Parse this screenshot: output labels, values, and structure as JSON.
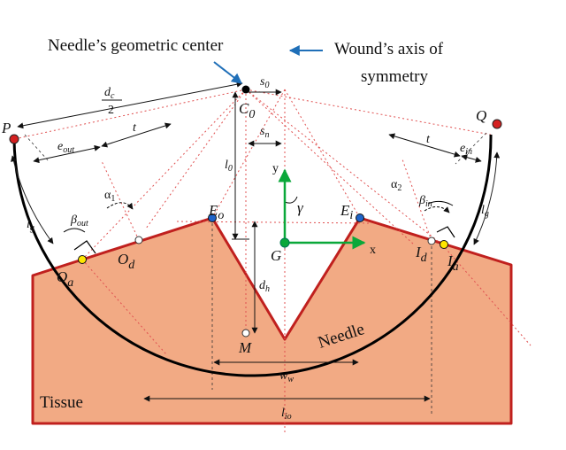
{
  "callouts": {
    "needle_center": "Needle’s geometric center",
    "wound_axis_line1": "Wound’s axis of",
    "wound_axis_line2": "symmetry"
  },
  "regions": {
    "tissue": "Tissue",
    "needle": "Needle"
  },
  "points": {
    "P": "P",
    "Q": "Q",
    "C": "C",
    "C_sub": "0",
    "E_o": "E",
    "E_o_sub": "o",
    "E_i": "E",
    "E_i_sub": "i",
    "G": "G",
    "M": "M",
    "O_a": "O",
    "O_a_sub": "a",
    "O_d": "O",
    "O_d_sub": "d",
    "I_d": "I",
    "I_d_sub": "d",
    "I_a": "I",
    "I_a_sub": "a"
  },
  "dims": {
    "dc": "d",
    "dc_sub": "c",
    "dc_den": "2",
    "s0": "s",
    "s0_sub": "0",
    "sn": "s",
    "sn_sub": "n",
    "t_left": "t",
    "t_right": "t",
    "e_out": "e",
    "e_out_sub": "out",
    "e_in": "e",
    "e_in_sub": "in",
    "l0": "l",
    "l0_sub": "0",
    "lg_left": "l",
    "lg_left_sub": "g",
    "lg_right": "l",
    "lg_right_sub": "g",
    "dh": "d",
    "dh_sub": "h",
    "ww": "w",
    "ww_sub": "w",
    "lio": "l",
    "lio_sub": "io"
  },
  "angles": {
    "alpha1": "α",
    "alpha1_sub": "1",
    "alpha2": "α",
    "alpha2_sub": "2",
    "beta_out": "β",
    "beta_out_sub": "out",
    "beta_in": "β",
    "beta_in_sub": "in",
    "gamma": "γ"
  },
  "axes": {
    "x": "x",
    "y": "y"
  },
  "colors": {
    "tissue_fill": "#f2aa84",
    "tissue_outline": "#c0201e",
    "needle": "#000000",
    "frame_axes": "#0aa83a",
    "callout_arrow": "#1f6fb8",
    "construction_lines": "#e05050"
  }
}
